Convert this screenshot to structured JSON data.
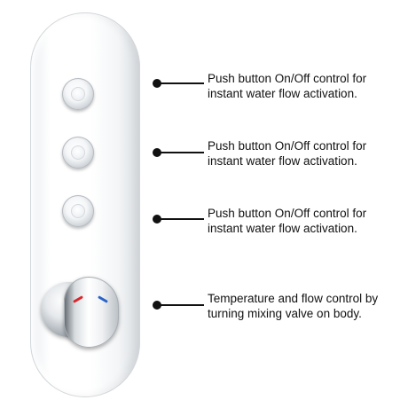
{
  "callouts": [
    {
      "text": "Push button On/Off control for instant water flow activation."
    },
    {
      "text": "Push button On/Off control for instant water flow activation."
    },
    {
      "text": "Push button On/Off control for instant water flow activation."
    },
    {
      "text": "Temperature and flow control by turning mixing valve on body."
    }
  ],
  "colors": {
    "hot_mark": "#d8262c",
    "cold_mark": "#2a63c8",
    "text": "#111111"
  }
}
